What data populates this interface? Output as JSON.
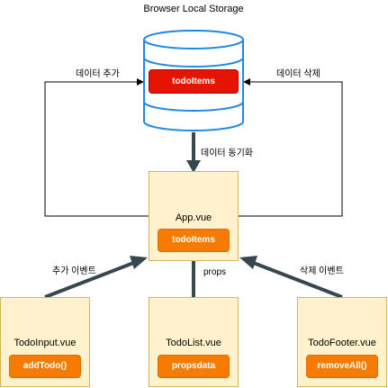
{
  "storage": {
    "title": "Browser Local Storage",
    "item": "todoItems"
  },
  "edges": {
    "add_data": "데이터 추가",
    "delete_data": "데이터 삭제",
    "sync_data": "데이터 동기화",
    "props": "props",
    "add_event": "추가 이벤트",
    "delete_event": "삭제 이벤트"
  },
  "app": {
    "title": "App.vue",
    "item": "todoItems"
  },
  "todo_input": {
    "title": "TodoInput.vue",
    "item": "addTodo()"
  },
  "todo_list": {
    "title": "TodoList.vue",
    "item": "propsdata"
  },
  "todo_footer": {
    "title": "TodoFooter.vue",
    "item": "removeAll()"
  },
  "colors": {
    "node_fill": "#fff2cc",
    "node_border": "#d6b656",
    "pill_orange": "#f57c00",
    "pill_red": "#e51400",
    "cylinder_stroke": "#1e88e5",
    "arrow_dark": "#37474f"
  }
}
